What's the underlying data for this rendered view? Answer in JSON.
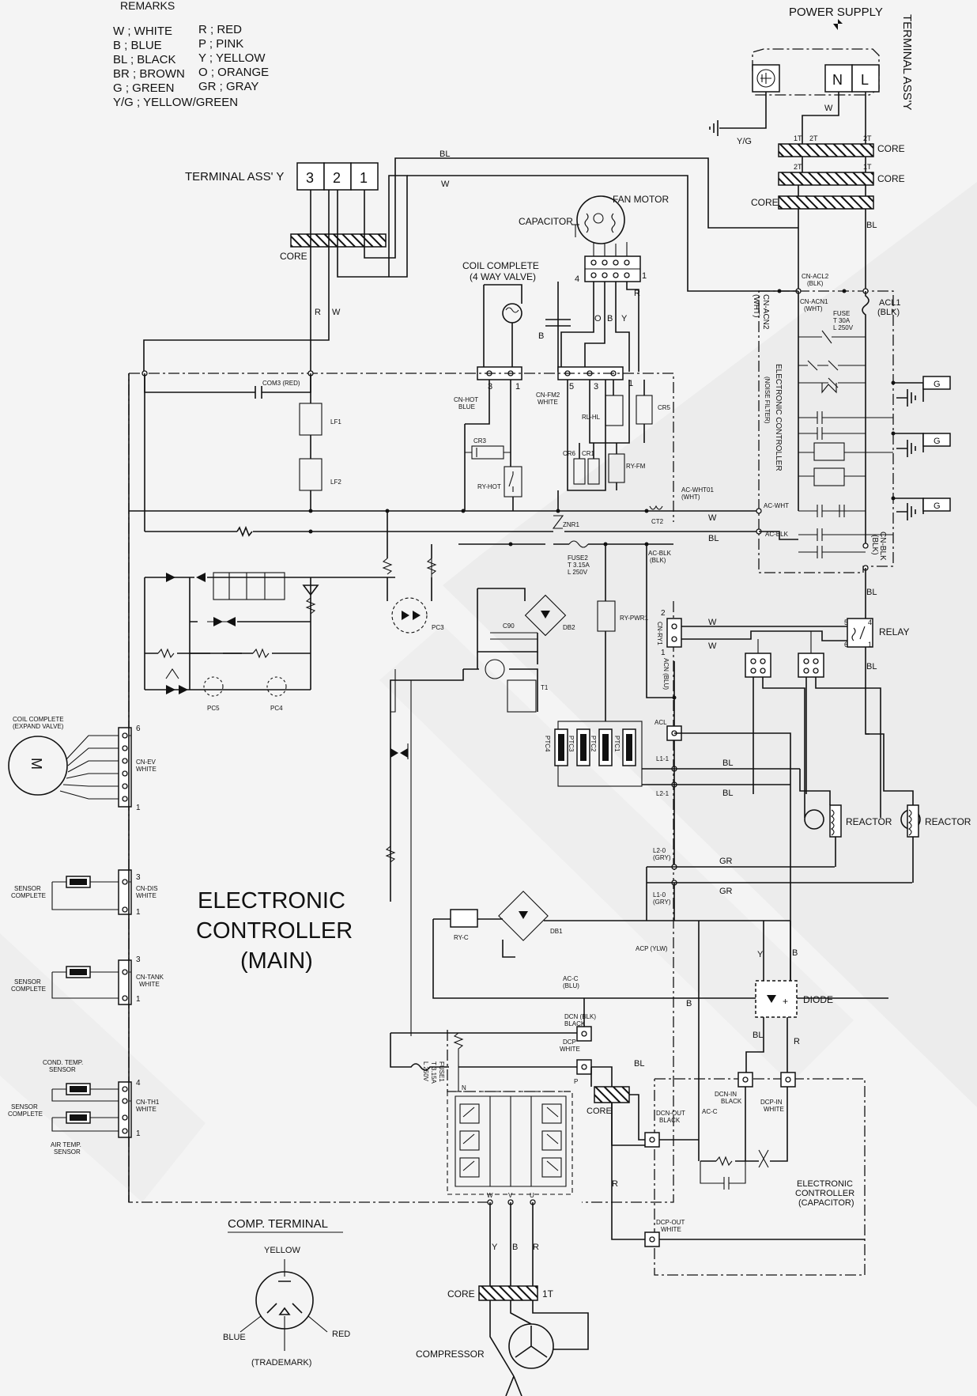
{
  "remarks": {
    "title": "REMARKS",
    "left": [
      "W ; WHITE",
      "B ; BLUE",
      "BL ; BLACK",
      "BR ; BROWN",
      "G ; GREEN",
      "Y/G ; YELLOW/GREEN"
    ],
    "right": [
      "R ; RED",
      "P ; PINK",
      "Y ; YELLOW",
      "O ; ORANGE",
      "GR ; GRAY"
    ]
  },
  "power": {
    "supply": "POWER SUPPLY",
    "terminal_vertical": "TERMINAL ASS'Y",
    "n": "N",
    "l": "L",
    "w": "W",
    "yg": "Y/G",
    "t1": "1T",
    "t2": "2T",
    "core": "CORE",
    "bl": "BL"
  },
  "terminal": {
    "label": "TERMINAL ASS' Y",
    "n3": "3",
    "n2": "2",
    "n1": "1",
    "core": "CORE",
    "r": "R",
    "w": "W",
    "bl": "BL"
  },
  "fan": {
    "motor": "FAN MOTOR",
    "capacitor": "CAPACITOR",
    "n4": "4",
    "n1": "1",
    "r": "R",
    "o": "O",
    "b": "B",
    "y": "Y",
    "bb": "B"
  },
  "coil": {
    "title1": "COIL COMPLETE",
    "title2": "(4 WAY VALVE)",
    "cn_hot": "CN-HOT",
    "cn_hot_color": "BLUE",
    "p3": "3",
    "p1": "1",
    "cn_fm2": "CN-FM2",
    "cn_fm2_color": "WHITE",
    "q5": "5",
    "q3": "3",
    "q1": "1"
  },
  "main": {
    "title1": "ELECTRONIC",
    "title2": "CONTROLLER",
    "title3": "(MAIN)",
    "com3": "COM3 (RED)",
    "lf1": "LF1",
    "lf2": "LF2",
    "cr3": "CR3",
    "ry_hot": "RY-HOT",
    "rl_hl": "RL-HL",
    "cr5": "CR5",
    "cr6": "CR6",
    "cr1": "CR1",
    "ry_fm": "RY-FM",
    "znr1": "ZNR1",
    "ct2": "CT2",
    "fuse2_1": "FUSE2",
    "fuse2_2": "T  3.15A",
    "fuse2_3": "L  250V",
    "ac_wht01_1": "AC-WHT01",
    "ac_wht01_2": "(WHT)",
    "ac_blk_1": "AC-BLK",
    "ac_blk_2": "(BLK)",
    "ry_pwr1": "RY-PWR1",
    "pc3": "PC3",
    "c90": "C90",
    "db2": "DB2",
    "t1": "T1",
    "pc5": "PC5",
    "pc4": "PC4",
    "cn_ry1": "CN-RY1",
    "acn_blu": "ACN (BLU)",
    "n2": "2",
    "n1": "1",
    "acl": "ACL",
    "l1_1": "L1-1",
    "l2_1": "L2-1",
    "ptc4": "PTC4",
    "ptc3": "PTC3",
    "ptc2": "PTC2",
    "ptc1": "PTC1",
    "l2_0": "L2-0",
    "gry": "(GRY)",
    "l1_0": "L1-0",
    "gry2": "(GRY)",
    "ry_c": "RY-C",
    "db1": "DB1",
    "acp": "ACP (YLW)",
    "ac_c": "AC-C",
    "blu": "(BLU)",
    "dcn": "DCN (BLK)",
    "dcn2": "BLACK",
    "dcp": "DCP",
    "dcp2": "WHITE",
    "fuse1_1": "FUSE1",
    "fuse1_2": "T  3.15A",
    "fuse1_3": "L  250V",
    "n": "N",
    "p": "P",
    "wu": "W",
    "vu": "V",
    "uu": "U"
  },
  "noise": {
    "vertical1": "ELECTRONIC CONTROLLER",
    "vertical2": "(NOISE FILTER)",
    "cn_acl2": "CN-ACL2",
    "blk": "(BLK)",
    "cn_acn1": "CN-ACN1",
    "wht": "(WHT)",
    "cn_acn2": "CN-ACN2",
    "wht2": "(WHT)",
    "acl1": "ACL1",
    "blk2": "(BLK)",
    "fuse_1": "FUSE",
    "fuse_2": "T  30A",
    "fuse_3": "L  250V",
    "ac_wht": "AC-WHT",
    "ac_blk": "AC-BLK",
    "cn_blk": "CN-BLK",
    "blk3": "(BLK)",
    "g1": "G",
    "g2": "G",
    "g3": "G",
    "w": "W",
    "bl": "BL"
  },
  "relay": {
    "label": "RELAY",
    "bl": "BL",
    "bl2": "BL",
    "w1": "W",
    "w2": "W",
    "p5": "5",
    "p4": "4",
    "p6": "6",
    "p1": "1"
  },
  "reactor": {
    "label1": "REACTOR",
    "label2": "REACTOR",
    "bl1": "BL",
    "bl2": "BL",
    "gr1": "GR",
    "gr2": "GR"
  },
  "diode": {
    "label": "DIODE",
    "y": "Y",
    "b": "B",
    "bl": "BL",
    "r": "R",
    "b2": "B",
    "bl2": "BL"
  },
  "capacitor_ctrl": {
    "l1": "ELECTRONIC",
    "l2": "CONTROLLER",
    "l3": "(CAPACITOR)",
    "dcn_in": "DCN-IN",
    "dcn_in2": "BLACK",
    "dcp_in": "DCP-IN",
    "dcp_in2": "WHITE",
    "dcn_out": "DCN-OUT",
    "dcn_out2": "BLACK",
    "dcp_out": "DCP-OUT",
    "dcp_out2": "WHITE",
    "ac_c": "AC-C",
    "core": "CORE",
    "r": "R"
  },
  "sensors": {
    "expand1": "COIL COMPLETE",
    "expand2": "(EXPAND VALVE)",
    "m": "M",
    "cn_ev": "CN-EV",
    "cn_ev2": "WHITE",
    "ev6": "6",
    "ev1": "1",
    "sensor1a": "SENSOR",
    "sensor1b": "COMPLETE",
    "cn_dis": "CN-DIS",
    "cn_dis2": "WHITE",
    "d3": "3",
    "d1": "1",
    "sensor2a": "SENSOR",
    "sensor2b": "COMPLETE",
    "cn_tank": "CN-TANK",
    "cn_tank2": "WHITE",
    "k3": "3",
    "k1": "1",
    "cond1": "COND. TEMP.",
    "cond2": "SENSOR",
    "sensor3a": "SENSOR",
    "sensor3b": "COMPLETE",
    "air1": "AIR TEMP.",
    "air2": "SENSOR",
    "cn_th1": "CN-TH1",
    "cn_th12": "WHITE",
    "h4": "4",
    "h1": "1"
  },
  "comp": {
    "terminal": "COMP. TERMINAL",
    "yellow": "YELLOW",
    "blue": "BLUE",
    "red": "RED",
    "trademark": "(TRADEMARK)",
    "compressor": "COMPRESSOR",
    "core": "CORE",
    "t1": "1T",
    "y": "Y",
    "b": "B",
    "r": "R"
  }
}
